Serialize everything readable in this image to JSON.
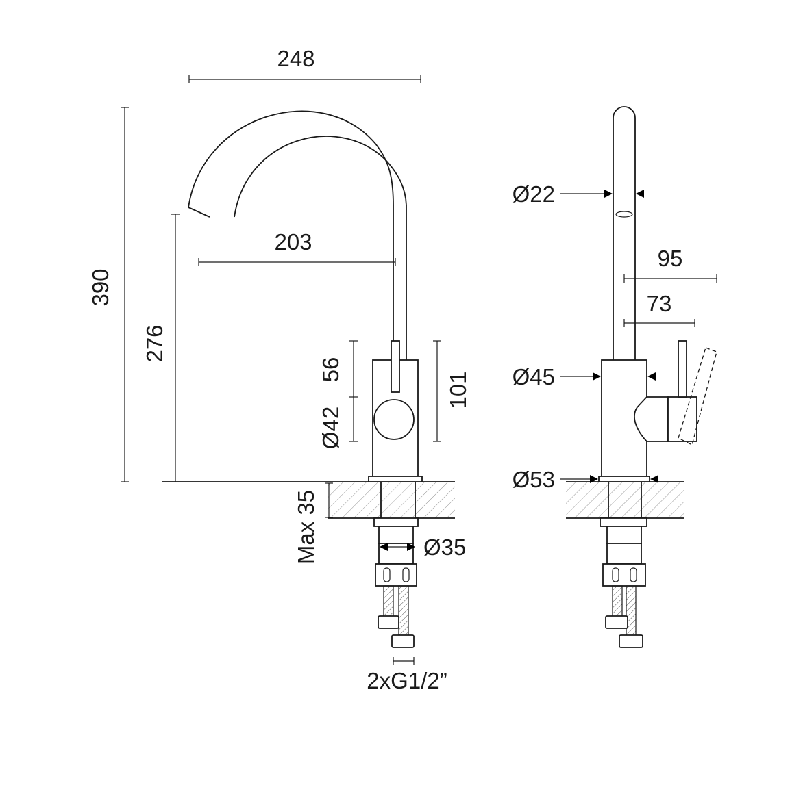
{
  "front_view": {
    "dim_overall_height": "390",
    "dim_spout_reach": "248",
    "dim_spout_height": "276",
    "dim_inner_reach": "203",
    "dim_handle_height": "56",
    "dim_body_diameter": "Ø42",
    "dim_body_height": "101",
    "dim_max_counter": "Max 35",
    "dim_shank_diameter": "Ø35",
    "dim_connection": "2xG1/2”"
  },
  "side_view": {
    "dim_spout_diameter": "Ø22",
    "dim_lever_reach": "95",
    "dim_lever_offset": "73",
    "dim_body_diameter": "Ø45",
    "dim_base_diameter": "Ø53"
  }
}
